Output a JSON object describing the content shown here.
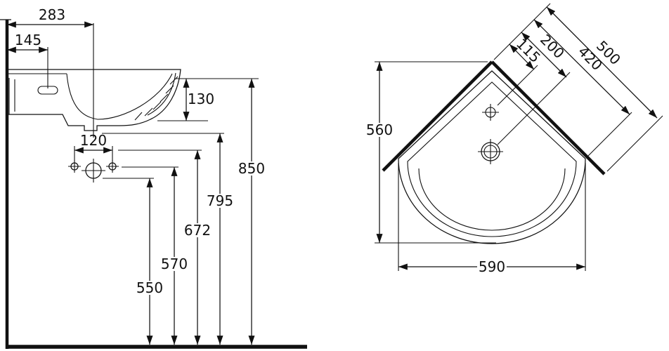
{
  "drawing": {
    "colors": {
      "line": "#111111",
      "background": "#ffffff"
    },
    "side_view": {
      "dims": {
        "wall_to_centerline": "283",
        "wall_to_tap": "145",
        "rim_thickness": "130",
        "fixing_hole_spacing": "120",
        "rim_height": "850",
        "overflow_height": "795",
        "underside_height": "672",
        "trap_height": "570",
        "fixing_height": "550"
      }
    },
    "plan_view": {
      "dims": {
        "tap_offset": "115",
        "drain_offset": "200",
        "wall_edge_length": "420",
        "wall_length": "500",
        "depth": "560",
        "width": "590"
      }
    }
  }
}
